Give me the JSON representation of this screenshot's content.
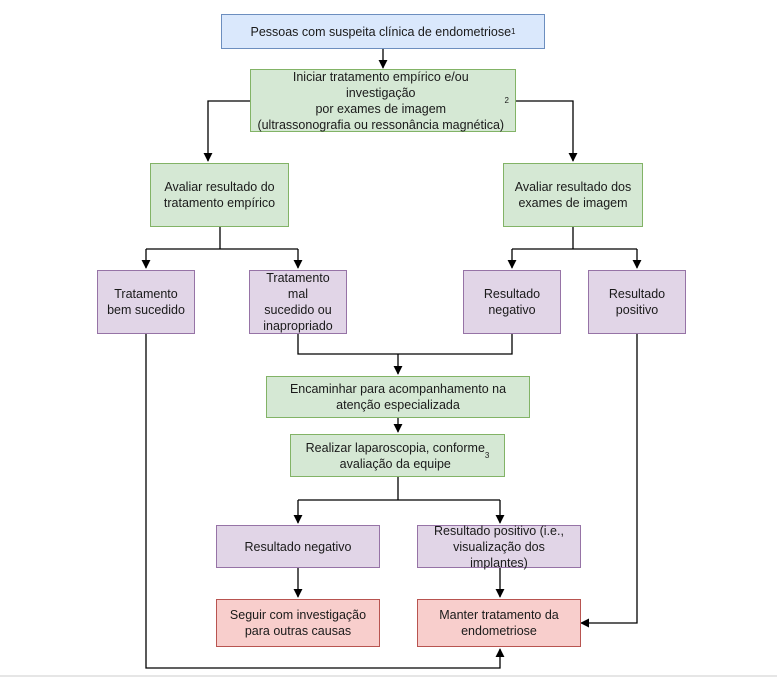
{
  "nodes": {
    "start": {
      "text": "Pessoas com suspeita clínica de endometriose",
      "sup": "1"
    },
    "iniciar": {
      "text": "Iniciar tratamento empírico e/ou investigação\npor exames de imagem\n(ultrassonografia ou ressonância magnética)",
      "sup": "2"
    },
    "avaliar_tratamento": {
      "text": "Avaliar resultado do\ntratamento empírico"
    },
    "avaliar_exames": {
      "text": "Avaliar resultado dos\nexames de imagem"
    },
    "bem_sucedido": {
      "text": "Tratamento\nbem sucedido"
    },
    "mal_sucedido": {
      "text": "Tratamento mal\nsucedido ou\ninapropriado"
    },
    "resultado_negativo_imagem": {
      "text": "Resultado\nnegativo"
    },
    "resultado_positivo_imagem": {
      "text": "Resultado\npositivo"
    },
    "encaminhar": {
      "text": "Encaminhar para acompanhamento na\natenção especializada"
    },
    "laparoscopia": {
      "text": "Realizar laparoscopia, conforme\navaliação da equipe",
      "sup": "3"
    },
    "resultado_negativo": {
      "text": "Resultado negativo"
    },
    "resultado_positivo": {
      "text": "Resultado positivo (i.e.,\nvisualização dos implantes)"
    },
    "seguir": {
      "text": "Seguir com investigação\npara outras causas"
    },
    "manter": {
      "text": "Manter tratamento da\nendometriose"
    }
  }
}
